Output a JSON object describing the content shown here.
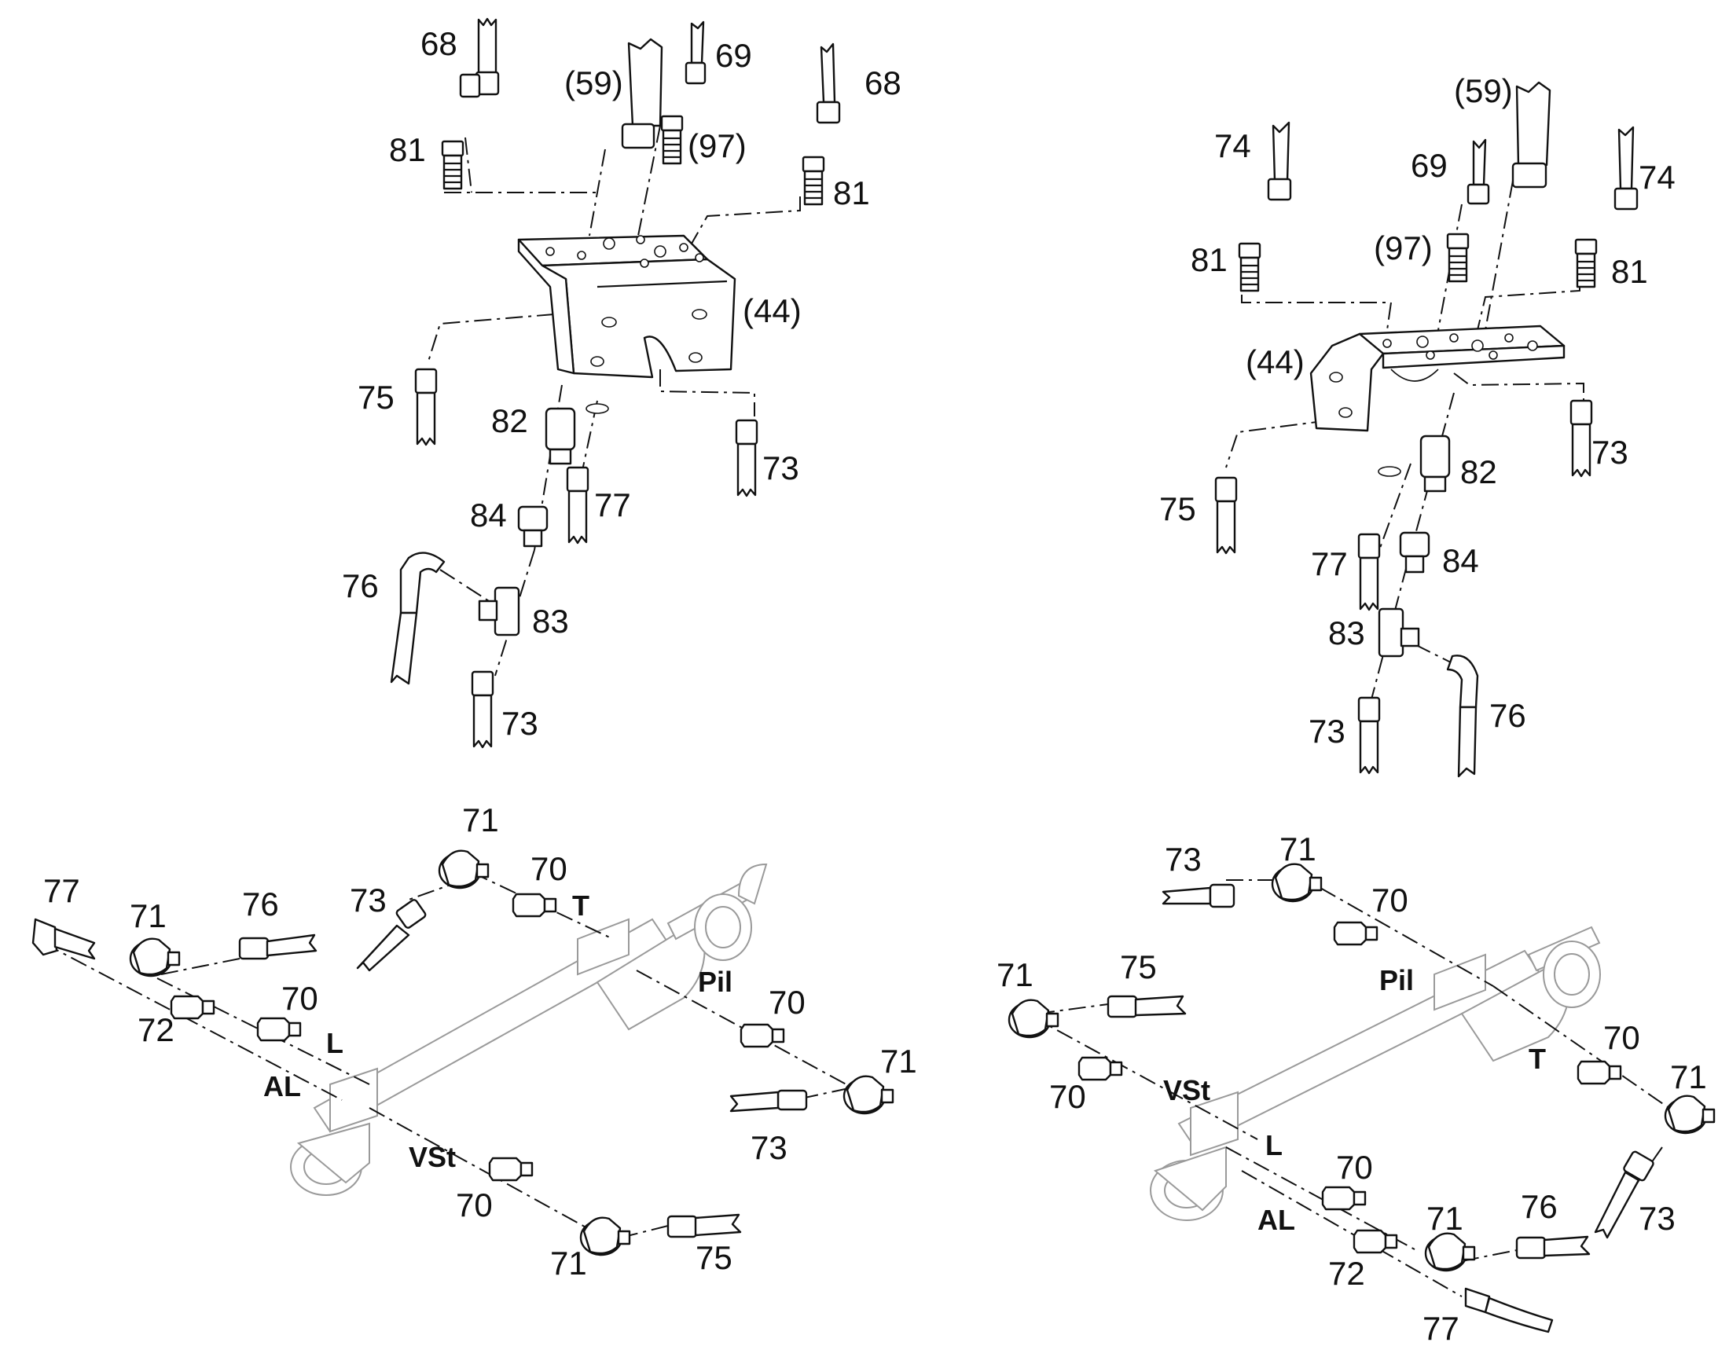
{
  "diagram": {
    "left_top": {
      "labels": {
        "l68a": "68",
        "l69": "69",
        "l59": "(59)",
        "l68b": "68",
        "l81a": "81",
        "l97": "(97)",
        "l81b": "81",
        "l44": "(44)",
        "l75": "75",
        "l82": "82",
        "l73a": "73",
        "l84": "84",
        "l77": "77",
        "l76": "76",
        "l83": "83",
        "l73b": "73"
      }
    },
    "right_top": {
      "labels": {
        "l59": "(59)",
        "l74a": "74",
        "l69": "69",
        "l74b": "74",
        "l81a": "81",
        "l97": "(97)",
        "l81b": "81",
        "l44": "(44)",
        "l73a": "73",
        "l75": "75",
        "l82": "82",
        "l77": "77",
        "l84": "84",
        "l83": "83",
        "l76": "76",
        "l73b": "73"
      }
    },
    "left_bottom": {
      "labels": {
        "l77": "77",
        "l71a": "71",
        "l76": "76",
        "l71b": "71",
        "l73a": "73",
        "l70a": "70",
        "l72": "72",
        "l70b": "70",
        "l70c": "70",
        "l71c": "71",
        "l73b": "73",
        "l70d": "70",
        "l71d": "71",
        "l75": "75"
      },
      "ports": {
        "T": "T",
        "L": "L",
        "AL": "AL",
        "Pil": "Pil",
        "VSt": "VSt"
      }
    },
    "right_bottom": {
      "labels": {
        "l73a": "73",
        "l71a": "71",
        "l70a": "70",
        "l71b": "71",
        "l75": "75",
        "l70b": "70",
        "l70c": "70",
        "l71c": "71",
        "l70d": "70",
        "l71d": "71",
        "l76": "76",
        "l72": "72",
        "l73b": "73",
        "l77": "77"
      },
      "ports": {
        "Pil": "Pil",
        "T": "T",
        "VSt": "VSt",
        "L": "L",
        "AL": "AL"
      }
    }
  }
}
